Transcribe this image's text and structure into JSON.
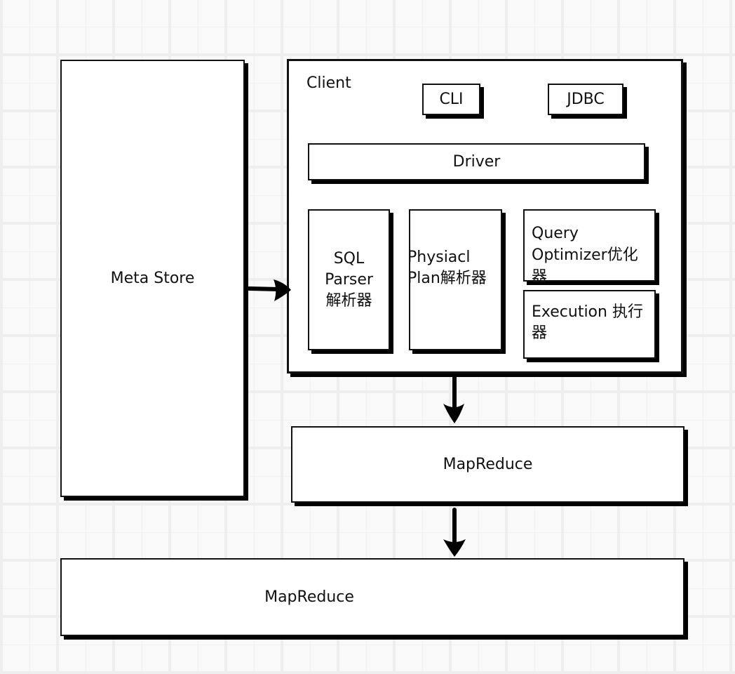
{
  "diagram": {
    "meta_store": "Meta Store",
    "client": {
      "title": "Client",
      "cli": "CLI",
      "jdbc": "JDBC",
      "driver": "Driver",
      "sql_parser": "SQL\nParser\n解析器",
      "physical_plan": "Physiacl\nPlan解析器",
      "query_optimizer": "Query\nOptimizer优化\n器",
      "execution": "Execution 执行\n器"
    },
    "mapreduce_upper": "MapReduce",
    "mapreduce_lower": "MapReduce",
    "edges": [
      {
        "from": "Meta Store",
        "to": "Client"
      },
      {
        "from": "Client",
        "to": "MapReduce"
      },
      {
        "from": "MapReduce",
        "to": "MapReduce (lower)"
      }
    ]
  }
}
